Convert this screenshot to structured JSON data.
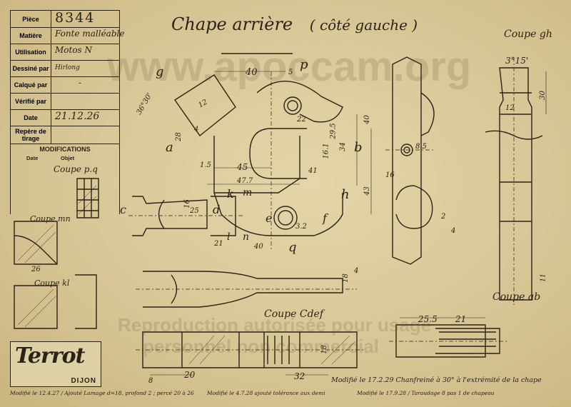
{
  "title_block": {
    "rows": [
      {
        "label": "Pièce",
        "value": "8344"
      },
      {
        "label": "Matière",
        "value": "Fonte malléable"
      },
      {
        "label": "Utilisation",
        "value": "Motos N"
      },
      {
        "label": "Dessiné par",
        "value": "Hirlong"
      },
      {
        "label": "Calqué par",
        "value": "-"
      },
      {
        "label": "Vérifié par",
        "value": ""
      },
      {
        "label": "Date",
        "value": "21.12.26"
      },
      {
        "label": "Repère de tirage",
        "value": ""
      }
    ]
  },
  "modifications": {
    "title": "MODIFICATIONS",
    "col_date": "Date",
    "col_objet": "Objet"
  },
  "drawing": {
    "title": "Chape arrière",
    "subtitle": "( côté gauche )"
  },
  "section_labels": {
    "gh": "Coupe gh",
    "pq": "Coupe p.q",
    "mn": "Coupe mn",
    "kl": "Coupe kl",
    "cdef": "Coupe Cdef",
    "ab": "Coupe ab"
  },
  "point_labels": [
    "g",
    "p",
    "a",
    "b",
    "k",
    "m",
    "c",
    "d",
    "e",
    "f",
    "h",
    "l",
    "n",
    "q"
  ],
  "dimensions": [
    "40",
    "5",
    "36°30'",
    "4",
    "45",
    "47.7",
    "41",
    "34",
    "29.5",
    "16.1",
    "40",
    "43",
    "4",
    "21",
    "40",
    "30",
    "3°15'",
    "18",
    "12",
    "25.5",
    "21",
    "20",
    "18",
    "32",
    "12",
    "28",
    "4",
    "11",
    "22",
    "16",
    "8.5",
    "2",
    "16",
    "3.2",
    "1.5",
    "25",
    "26",
    "8"
  ],
  "watermark": {
    "url": "www.apoccam.org",
    "line1": "Reproduction autorisée pour usage",
    "line2": "personnel non commercial"
  },
  "logo": {
    "name": "Terrot",
    "city": "DIJON"
  },
  "notes": [
    "Modifié le 12.4.27 / Ajouté Lamage d=18, profond 2 ; percé 20 à 26",
    "Modifié le 4.7.28 ajouté tolérance aux demi",
    "Modifié le 17.9.28 / Taraudage 8 pas 1 de chapeau",
    "Modifié le 17.2.29 Chanfreiné à 30° à l'extrémité de la chape"
  ]
}
